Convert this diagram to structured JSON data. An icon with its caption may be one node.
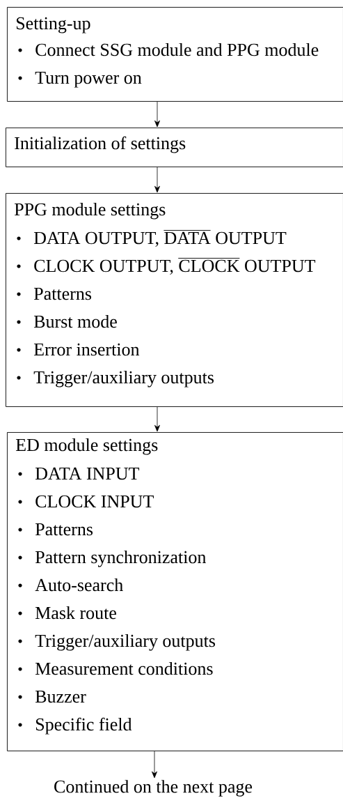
{
  "diagram": {
    "nodes": [
      {
        "text": [
          "Setting-up",
          "Connect SSG module and PPG module",
          "Turn power on"
        ]
      },
      {
        "text": [
          "Initialization of settings"
        ]
      },
      {
        "text": [
          "PPG module settings",
          "DATA OUTPUT, DATA OUTPUT",
          "CLOCK OUTPUT, CLOCK OUTPUT",
          "Patterns",
          "Burst mode",
          "Error insertion",
          "Trigger/auxiliary outputs"
        ]
      },
      {
        "text": [
          "ED module settings",
          "DATA INPUT",
          "CLOCK INPUT",
          "Patterns",
          "Pattern synchronization",
          "Auto-search",
          "Mask route",
          "Trigger/auxiliary outputs",
          "Measurement conditions",
          "Buzzer",
          "Specific field"
        ]
      },
      {
        "text": [
          "Continued on the next page"
        ]
      }
    ],
    "edges": [
      {
        "from": 0,
        "to": 1,
        "arrow": "to"
      },
      {
        "from": 1,
        "to": 2,
        "arrow": "to"
      },
      {
        "from": 2,
        "to": 3,
        "arrow": "to"
      },
      {
        "from": 3,
        "to": 4,
        "arrow": "to"
      }
    ]
  }
}
